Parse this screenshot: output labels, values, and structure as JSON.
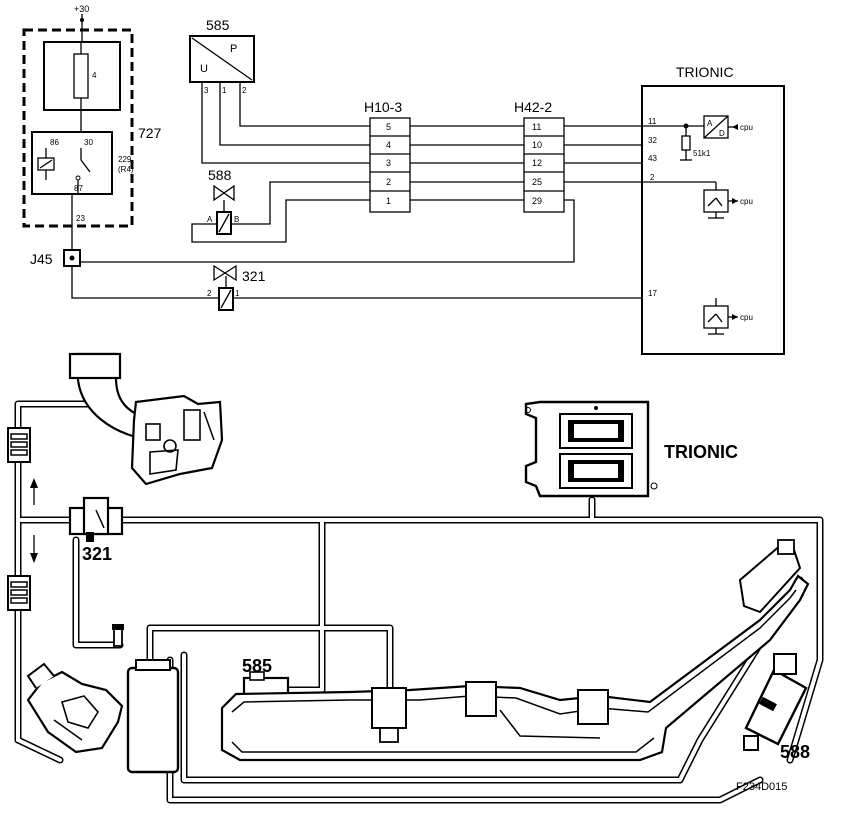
{
  "labels": {
    "plus30": "+30",
    "comp585": "585",
    "p585_u": "U",
    "p585_p": "P",
    "pin3": "3",
    "pin1": "1",
    "pin2": "2",
    "relay727": "727",
    "fuse4": "4",
    "r86": "86",
    "r30": "30",
    "r87": "87",
    "r229": "229",
    "r229b": "(R4)",
    "r23": "23",
    "comp588": "588",
    "v588a": "A",
    "v588b": "B",
    "h10": "H10-3",
    "h10pins": [
      "5",
      "4",
      "3",
      "2",
      "1"
    ],
    "h42": "H42-2",
    "h42pins": [
      "11",
      "10",
      "12",
      "25",
      "29"
    ],
    "trionic_top": "TRIONIC",
    "t11": "11",
    "t32": "32",
    "t43": "43",
    "t2": "2",
    "t17": "17",
    "res": "51k1",
    "ad_a": "A",
    "ad_d": "D",
    "cpu1": "cpu",
    "cpu2": "cpu",
    "cpu3": "cpu",
    "j45": "J45",
    "comp321": "321",
    "v321_2": "2",
    "v321_1": "1",
    "trionic_bottom": "TRIONIC",
    "lbl321": "321",
    "lbl585": "585",
    "lbl588": "588",
    "figure_id": "F234D015"
  }
}
